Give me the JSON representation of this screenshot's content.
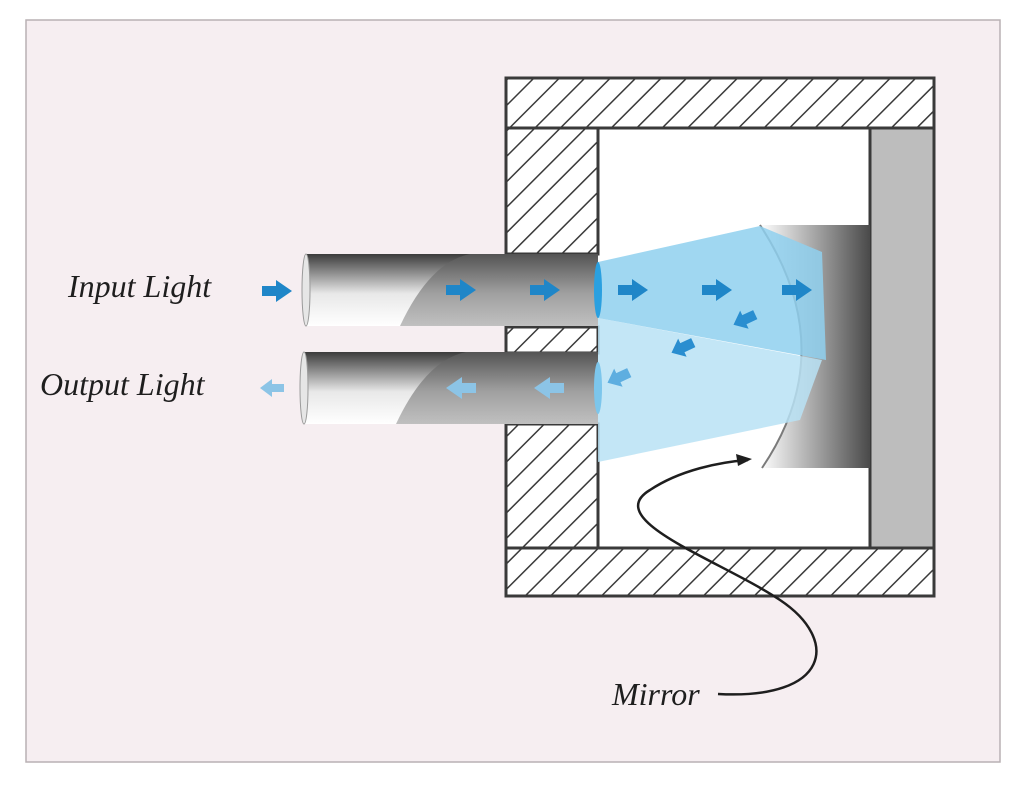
{
  "labels": {
    "input": "Input Light",
    "output": "Output Light",
    "mirror": "Mirror"
  },
  "colors": {
    "background": "#f6eef1",
    "frame": "#3a3a3a",
    "light_beam": "#8fd0ee",
    "arrow_input": "#1f86c8",
    "arrow_output": "#8cc4e6",
    "end_plate": "#bdbdbd"
  },
  "icons": [
    "right-arrow-icon",
    "left-arrow-icon"
  ]
}
